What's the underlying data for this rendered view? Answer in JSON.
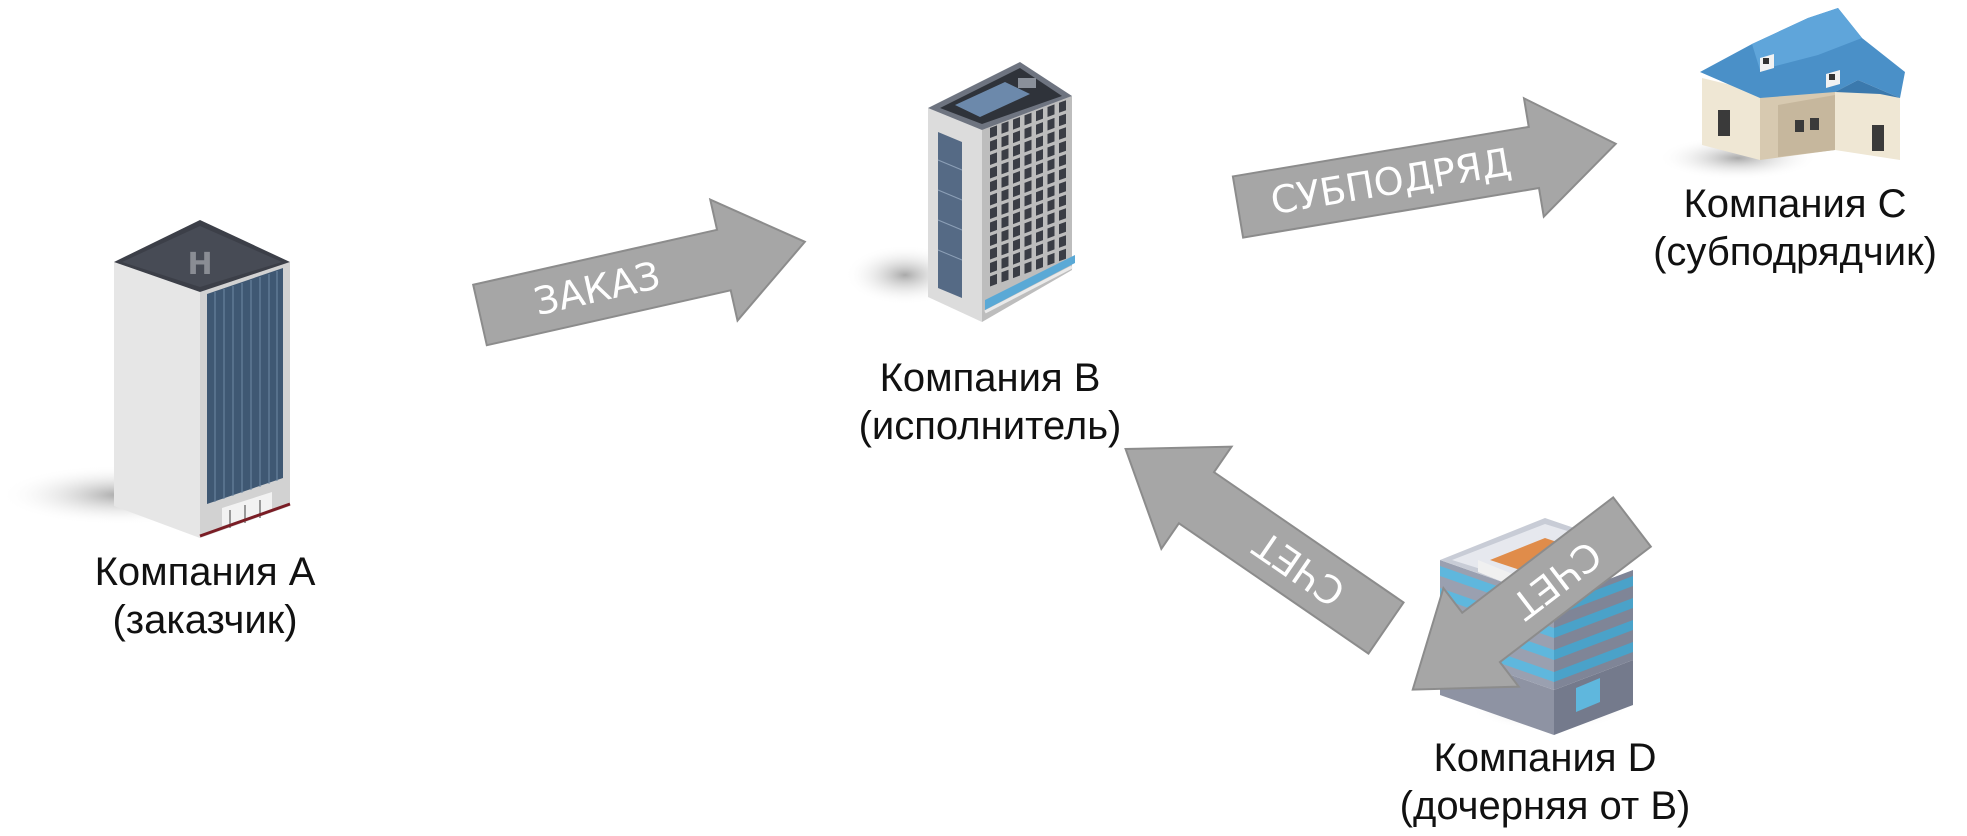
{
  "colors": {
    "arrow_fill": "#a6a6a6",
    "arrow_stroke": "#8c8c8c",
    "arrow_text": "#ffffff",
    "label_text": "#111111"
  },
  "companies": {
    "a": {
      "name": "Компания А",
      "role": "(заказчик)",
      "icon": "office-tower-helipad-icon"
    },
    "b": {
      "name": "Компания В",
      "role": "(исполнитель)",
      "icon": "office-building-icon"
    },
    "c": {
      "name": "Компания С",
      "role": "(субподрядчик)",
      "icon": "house-icon"
    },
    "d": {
      "name": "Компания D",
      "role": "(дочерняя от В)",
      "icon": "low-rise-office-icon"
    }
  },
  "arrows": {
    "order": {
      "label": "ЗАКАЗ",
      "from": "a",
      "to": "b"
    },
    "subcontract": {
      "label": "СУБПОДРЯД",
      "from": "b",
      "to": "c"
    },
    "invoice_c_to_d": {
      "label": "СЧЕТ",
      "from": "c",
      "to": "d"
    },
    "invoice_d_to_b": {
      "label": "СЧЕТ",
      "from": "d",
      "to": "b"
    }
  }
}
